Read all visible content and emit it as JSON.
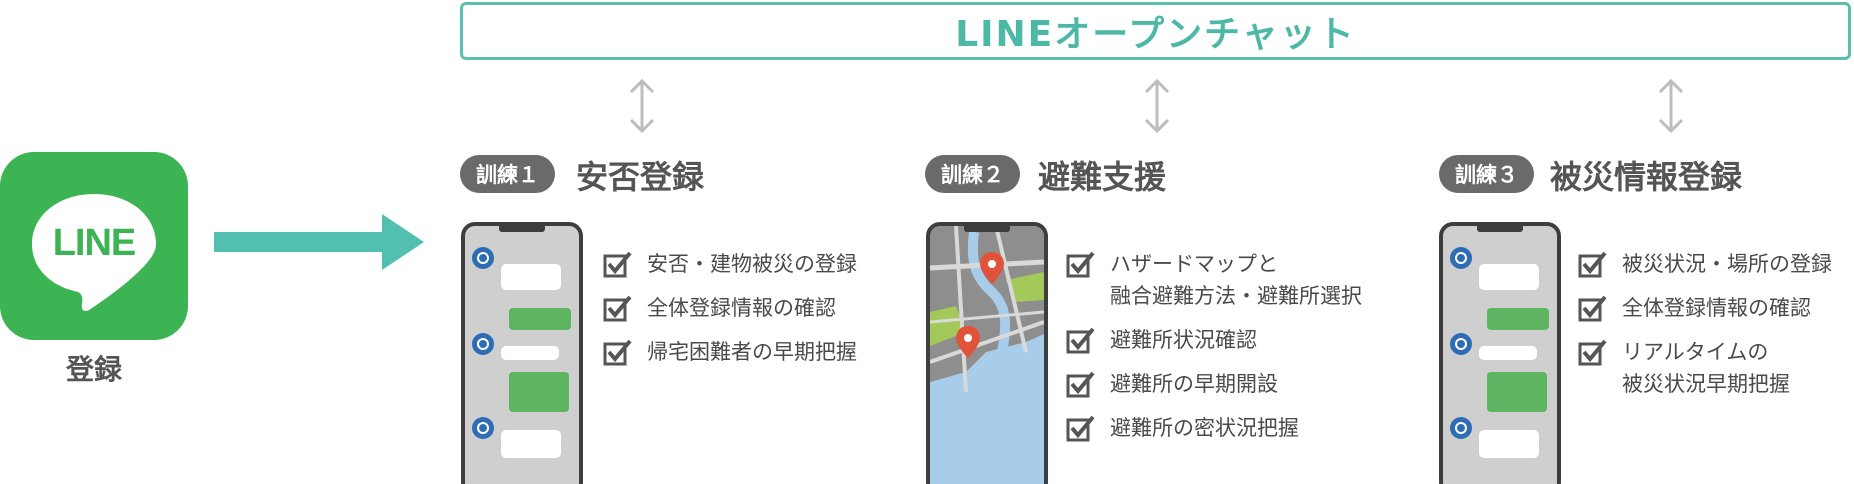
{
  "banner": {
    "title": "LINEオープンチャット"
  },
  "app": {
    "logo_text": "LINE",
    "register_label": "登録"
  },
  "sections": [
    {
      "badge": "訓練１",
      "title": "安否登録",
      "items": [
        "安否・建物被災の登録",
        "全体登録情報の確認",
        "帰宅困難者の早期把握"
      ]
    },
    {
      "badge": "訓練２",
      "title": "避難支援",
      "items": [
        "ハザードマップと\n融合避難方法・避難所選択",
        "避難所状況確認",
        "避難所の早期開設",
        "避難所の密状況把握"
      ]
    },
    {
      "badge": "訓練３",
      "title": "被災情報登録",
      "items": [
        "被災状況・場所の登録",
        "全体登録情報の確認",
        "リアルタイムの\n被災状況早期把握"
      ]
    }
  ],
  "colors": {
    "teal": "#4db8a6",
    "line_green": "#3cb453",
    "badge_gray": "#6a6a6a",
    "chat_green": "#5db562",
    "phone_screen": "#c8c8c8",
    "map_water": "#a8cdea",
    "map_land": "#8e8e8e",
    "map_park": "#a3c95a",
    "pin_red": "#e0533a",
    "avatar_blue": "#2e6db4"
  }
}
